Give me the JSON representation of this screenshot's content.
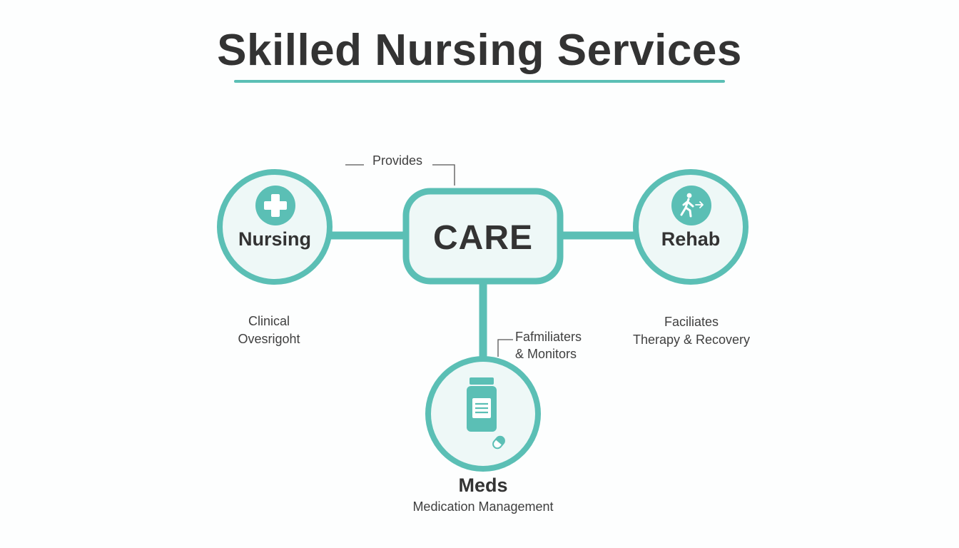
{
  "title": "Skilled Nursing Services",
  "colors": {
    "accent": "#5bbfb5",
    "node_fill": "#eef8f7",
    "text": "#333333"
  },
  "center": {
    "label": "CARE"
  },
  "nodes": {
    "nursing": {
      "label": "Nursing",
      "icon": "medical-cross-icon",
      "description": [
        "Clinical",
        "Ovesrigoht"
      ]
    },
    "rehab": {
      "label": "Rehab",
      "icon": "walking-person-icon",
      "description": [
        "Faciliates",
        "Therapy & Recovery"
      ]
    },
    "meds": {
      "label": "Meds",
      "icon": "medicine-bottle-icon",
      "description": [
        "Medication Management"
      ]
    }
  },
  "edge_labels": {
    "provides": "Provides",
    "meds_edge": [
      "Fafmiliaters",
      "& Monitors"
    ]
  }
}
